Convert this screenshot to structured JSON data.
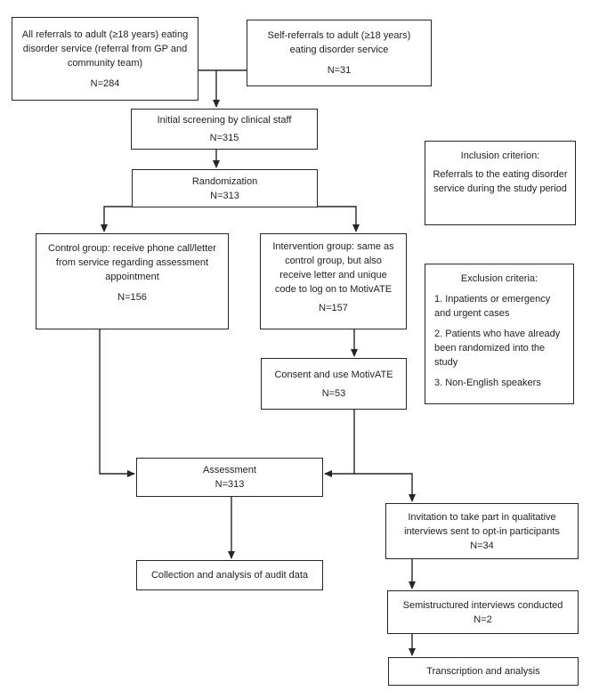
{
  "nodes": {
    "all_referrals": {
      "text": "All referrals to adult (≥18 years) eating disorder service (referral from GP and community team)",
      "n": "N=284"
    },
    "self_referrals": {
      "text": "Self-referrals to adult (≥18 years) eating disorder service",
      "n": "N=31"
    },
    "screening": {
      "text": "Initial screening by clinical staff",
      "n": "N=315"
    },
    "randomization": {
      "text": "Randomization",
      "n": "N=313"
    },
    "inclusion": {
      "title": "Inclusion criterion:",
      "body": "Referrals to the eating disorder service during the study period"
    },
    "control": {
      "text": "Control group: receive phone call/letter from service regarding assessment appointment",
      "n": "N=156"
    },
    "intervention": {
      "text": "Intervention group: same as control group, but also receive letter and unique code to log on to MotivATE",
      "n": "N=157"
    },
    "exclusion": {
      "title": "Exclusion criteria:",
      "items": [
        "1. Inpatients or emergency and urgent cases",
        "2. Patients who have already been randomized into the study",
        "3. Non-English speakers"
      ]
    },
    "consent": {
      "text": "Consent and use MotivATE",
      "n": "N=53"
    },
    "assessment": {
      "text": "Assessment",
      "n": "N=313"
    },
    "audit": {
      "text": "Collection and analysis of audit data"
    },
    "invitation": {
      "text": "Invitation to take part in qualitative interviews sent to opt-in participants",
      "n": "N=34"
    },
    "interviews": {
      "text": "Semistructured interviews conducted",
      "n": "N=2"
    },
    "transcription": {
      "text": "Transcription and analysis"
    }
  },
  "colors": {
    "line": "#262626",
    "text": "#1f1f1f",
    "background": "#ffffff"
  }
}
